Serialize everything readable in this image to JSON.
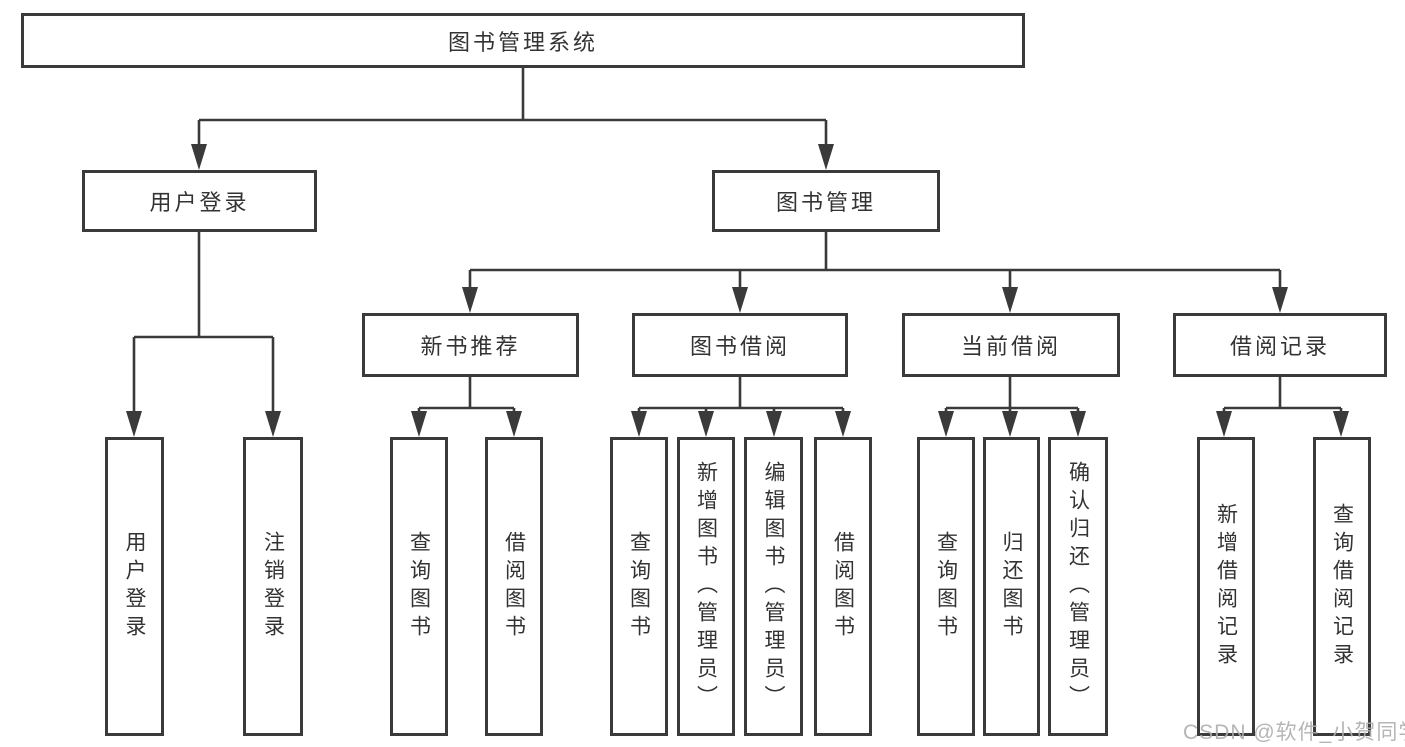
{
  "diagram": {
    "type": "hierarchy-tree",
    "orientation": "top-down",
    "colors": {
      "line": "#3a3a3a",
      "box_border": "#3a3a3a",
      "box_fill": "#ffffff",
      "text": "#333333",
      "watermark": "#aeaeae"
    }
  },
  "tree": {
    "label": "图书管理系统",
    "children": [
      {
        "label": "用户登录",
        "children": [
          {
            "label": "用户登录"
          },
          {
            "label": "注销登录"
          }
        ]
      },
      {
        "label": "图书管理",
        "children": [
          {
            "label": "新书推荐",
            "children": [
              {
                "label": "查询图书"
              },
              {
                "label": "借阅图书"
              }
            ]
          },
          {
            "label": "图书借阅",
            "children": [
              {
                "label": "查询图书"
              },
              {
                "label": "新增图书（管理员）"
              },
              {
                "label": "编辑图书（管理员）"
              },
              {
                "label": "借阅图书"
              }
            ]
          },
          {
            "label": "当前借阅",
            "children": [
              {
                "label": "查询图书"
              },
              {
                "label": "归还图书"
              },
              {
                "label": "确认归还（管理员）"
              }
            ]
          },
          {
            "label": "借阅记录",
            "children": [
              {
                "label": "新增借阅记录"
              },
              {
                "label": "查询借阅记录"
              }
            ]
          }
        ]
      }
    ]
  },
  "watermark": {
    "text": "CSDN @软件_小贺同学"
  }
}
